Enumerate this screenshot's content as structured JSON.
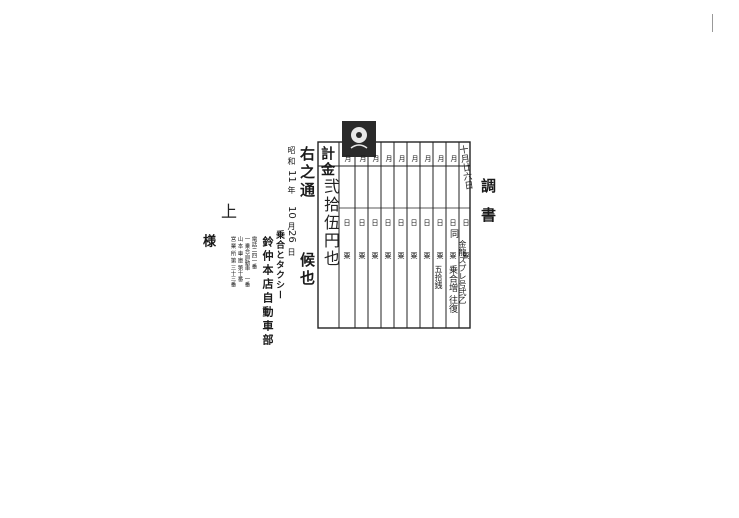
{
  "document": {
    "title": "調書",
    "header_note": "十月廿六日",
    "rows": [
      {
        "day": "日",
        "detail": "金龍スプレ号弐乙",
        "note": "",
        "unit": "粟"
      },
      {
        "day": "日",
        "detail": "同",
        "note": "",
        "unit": "粟"
      },
      {
        "day": "日",
        "detail": "",
        "note": "乗合増 往復",
        "unit": "粟"
      },
      {
        "day": "日",
        "detail": "",
        "note": "五拾銭",
        "unit": "粟"
      },
      {
        "day": "日",
        "detail": "",
        "note": "",
        "unit": "粟"
      },
      {
        "day": "日",
        "detail": "",
        "note": "",
        "unit": "粟"
      },
      {
        "day": "日",
        "detail": "",
        "note": "",
        "unit": "粟"
      },
      {
        "day": "日",
        "detail": "",
        "note": "",
        "unit": "粟"
      },
      {
        "day": "日",
        "detail": "",
        "note": "",
        "unit": "粟"
      },
      {
        "day": "日",
        "detail": "",
        "note": "",
        "unit": "粟"
      }
    ],
    "month_label": "月",
    "total_label": "計金",
    "total_amount": "弐拾伍円也",
    "closing": "右之通",
    "closing_suffix": "候也",
    "date_era": "昭和",
    "date_year": "11",
    "date_year_label": "年",
    "date_month": "10",
    "date_month_label": "月",
    "date_day": "26",
    "date_day_label": "日",
    "company_type": "乗合とタクシー",
    "company_name": "鈴仲本店自動車部",
    "address_lines": [
      "電話二四一番",
      "一 乗合自動車　一番",
      "山 本 車 庫 第十番",
      "営 業 所 第 三十三番"
    ],
    "recipient_hand": "上",
    "recipient_honorific": "様"
  }
}
